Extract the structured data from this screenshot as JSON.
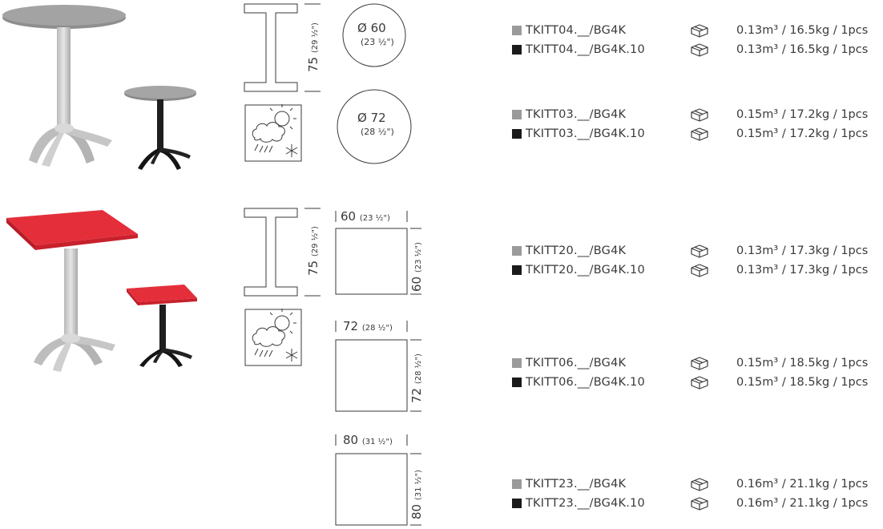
{
  "colors": {
    "grey": "#9a9a9a",
    "black": "#1a1a1a",
    "red": "#e02432",
    "aluminium": "#c8c8c8",
    "text": "#3a3a3a"
  },
  "round": {
    "height_main": "75",
    "height_sub": "(29 ½\")",
    "dia60_main": "Ø 60",
    "dia60_sub": "(23 ½\")",
    "dia72_main": "Ø 72",
    "dia72_sub": "(28 ½\")"
  },
  "square": {
    "height_main": "75",
    "height_sub": "(29 ½\")",
    "s60_main": "60",
    "s60_sub": "(23 ½\")",
    "s72_main": "72",
    "s72_sub": "(28 ½\")",
    "s80_main": "80",
    "s80_sub": "(31 ½\")"
  },
  "icons": [
    "weather-outdoor-icon",
    "package-box-icon"
  ],
  "products": [
    {
      "swatch": "grey",
      "code": "TKITT04.__/BG4K",
      "pkg": "0.13m³ / 16.5kg / 1pcs"
    },
    {
      "swatch": "black",
      "code": "TKITT04.__/BG4K.10",
      "pkg": "0.13m³ / 16.5kg / 1pcs"
    },
    {
      "swatch": "grey",
      "code": "TKITT03.__/BG4K",
      "pkg": "0.15m³ / 17.2kg / 1pcs"
    },
    {
      "swatch": "black",
      "code": "TKITT03.__/BG4K.10",
      "pkg": "0.15m³ / 17.2kg / 1pcs"
    },
    {
      "swatch": "grey",
      "code": "TKITT20.__/BG4K",
      "pkg": "0.13m³ / 17.3kg / 1pcs"
    },
    {
      "swatch": "black",
      "code": "TKITT20.__/BG4K.10",
      "pkg": "0.13m³ / 17.3kg / 1pcs"
    },
    {
      "swatch": "grey",
      "code": "TKITT06.__/BG4K",
      "pkg": "0.15m³ / 18.5kg / 1pcs"
    },
    {
      "swatch": "black",
      "code": "TKITT06.__/BG4K.10",
      "pkg": "0.15m³ / 18.5kg / 1pcs"
    },
    {
      "swatch": "grey",
      "code": "TKITT23.__/BG4K",
      "pkg": "0.16m³ / 21.1kg / 1pcs"
    },
    {
      "swatch": "black",
      "code": "TKITT23.__/BG4K.10",
      "pkg": "0.16m³ / 21.1kg / 1pcs"
    }
  ]
}
